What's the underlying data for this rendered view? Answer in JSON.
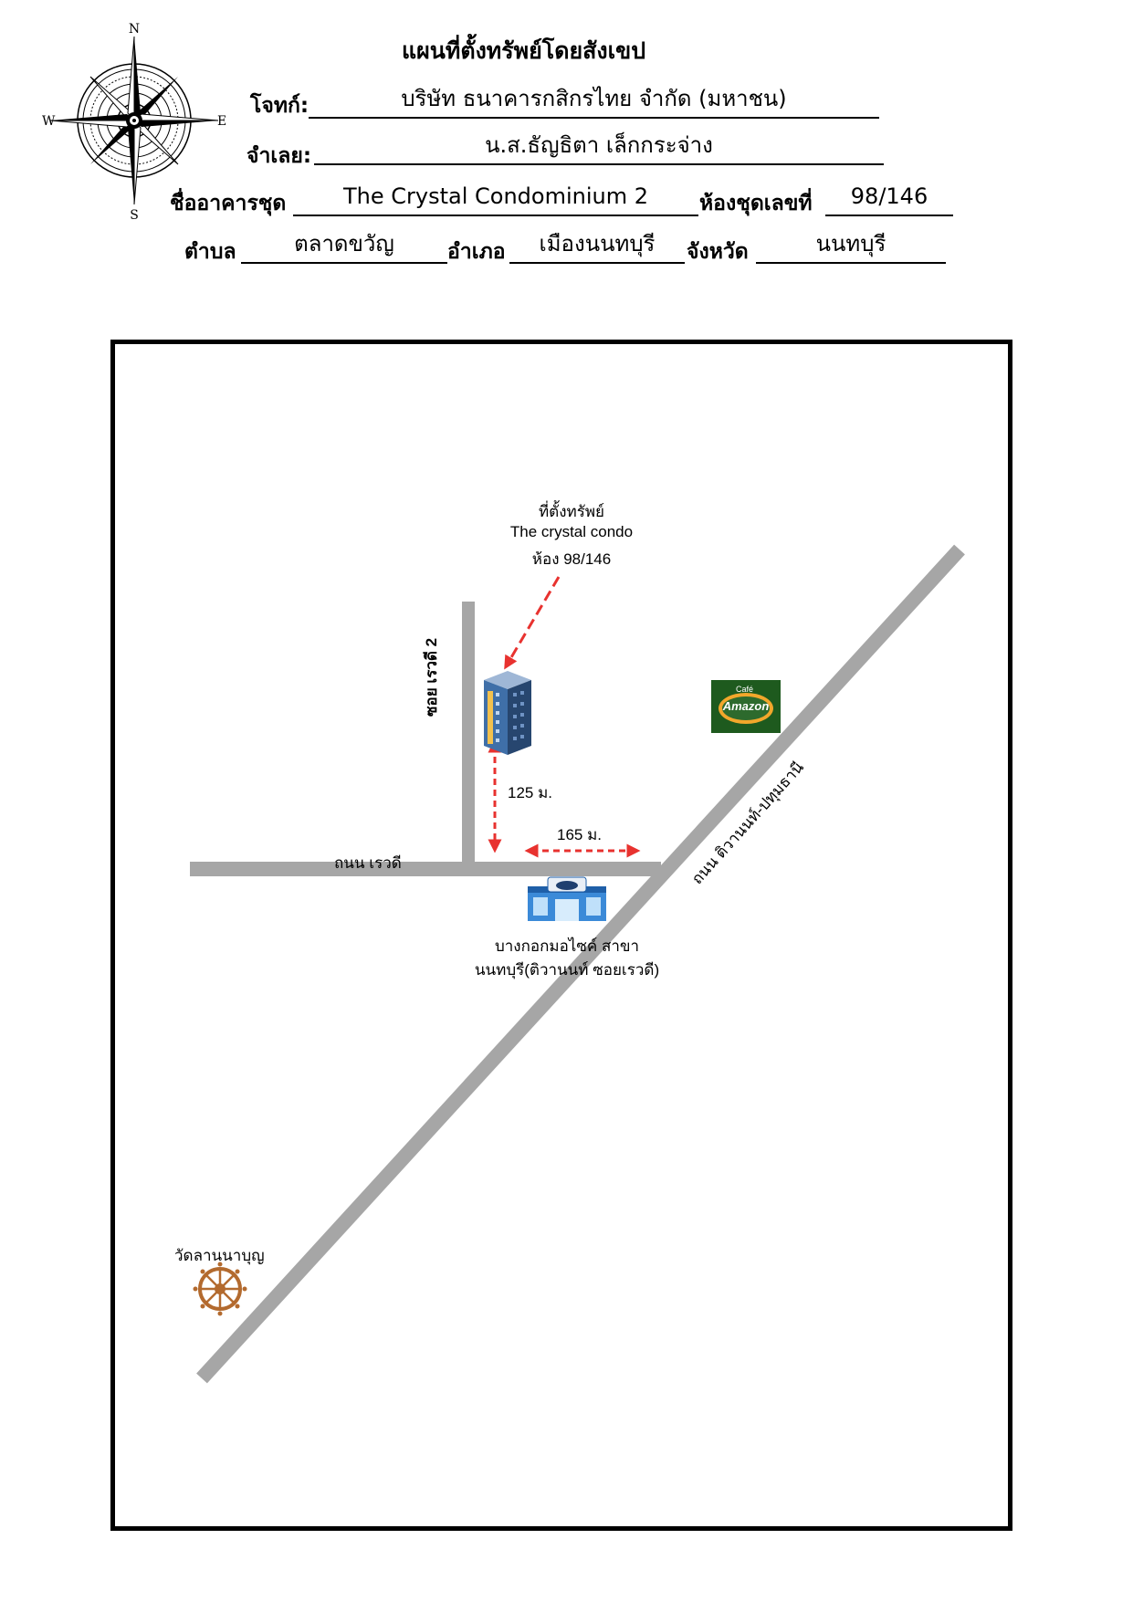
{
  "header": {
    "title": "แผนที่ตั้งทรัพย์โดยสังเขป",
    "plaintiff_label": "โจทก์:",
    "plaintiff_value": "บริษัท ธนาคารกสิกรไทย จำกัด (มหาชน)",
    "defendant_label": "จำเลย:",
    "defendant_value": "น.ส.ธัญธิตา เล็กกระจ่าง",
    "building_label": "ชื่ออาคารชุด",
    "building_value": "The Crystal Condominium 2",
    "room_label": "ห้องชุดเลขที่",
    "room_value": "98/146",
    "subdistrict_label": "ตำบล",
    "subdistrict_value": "ตลาดขวัญ",
    "district_label": "อำเภอ",
    "district_value": "เมืองนนทบุรี",
    "province_label": "จังหวัด",
    "province_value": "นนทบุรี"
  },
  "compass": {
    "n": "N",
    "s": "S",
    "e": "E",
    "w": "W",
    "icon": "compass-rose-icon"
  },
  "map": {
    "property_label_1": "ที่ตั้งทรัพย์",
    "property_label_2": "The crystal condo",
    "property_label_3": "ห้อง 98/146",
    "soi_label": "ซอย เรวดี 2",
    "road_revadee_label": "ถนน เรวดี",
    "road_tiwanon_label": "ถนน ติวานนท์-ปทุมธานี",
    "distance_vertical": "125 ม.",
    "distance_horizontal": "165 ม.",
    "showroom_label_1": "บางกอกมอไซค์ สาขา",
    "showroom_label_2": "นนทบุรี(ติวานนท์ ซอยเรวดี)",
    "temple_label": "วัดลานนาบุญ",
    "cafe_logo_text": "Amazon",
    "cafe_logo_small": "Café",
    "road_color": "#a6a6a6",
    "arrow_color": "#e8322f",
    "cafe_bg": "#1e5a1e"
  }
}
